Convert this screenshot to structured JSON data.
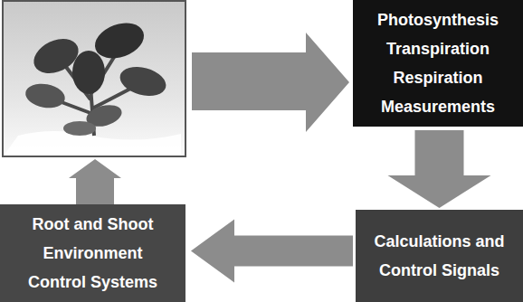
{
  "diagram": {
    "nodes": [
      {
        "text": [
          "Photosynthesis Transpiration Respiration Measurements"
        ]
      },
      {
        "text": [
          "Calculations and Control Signals"
        ]
      },
      {
        "text": [
          "Root and Shoot Environment Control Systems"
        ]
      }
    ],
    "edges": [
      {
        "from": 0,
        "to": 1,
        "arrow": "to"
      },
      {
        "from": 1,
        "to": 2,
        "arrow": "to"
      }
    ]
  }
}
